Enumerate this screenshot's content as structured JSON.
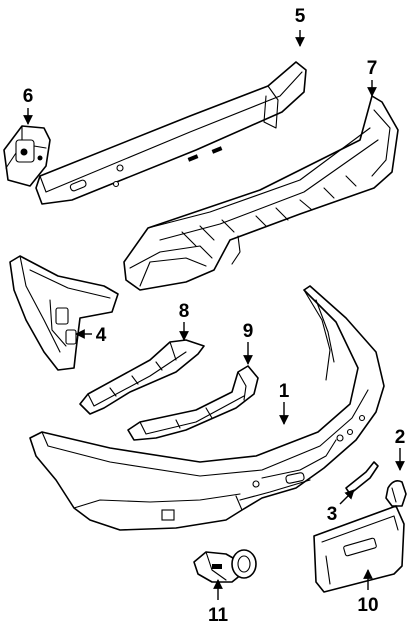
{
  "diagram": {
    "callouts": [
      {
        "id": "p1",
        "label": "1"
      },
      {
        "id": "p2",
        "label": "2"
      },
      {
        "id": "p3",
        "label": "3"
      },
      {
        "id": "p4",
        "label": "4"
      },
      {
        "id": "p5",
        "label": "5"
      },
      {
        "id": "p6",
        "label": "6"
      },
      {
        "id": "p7",
        "label": "7"
      },
      {
        "id": "p8",
        "label": "8"
      },
      {
        "id": "p9",
        "label": "9"
      },
      {
        "id": "p10",
        "label": "10"
      },
      {
        "id": "p11",
        "label": "11"
      }
    ]
  }
}
